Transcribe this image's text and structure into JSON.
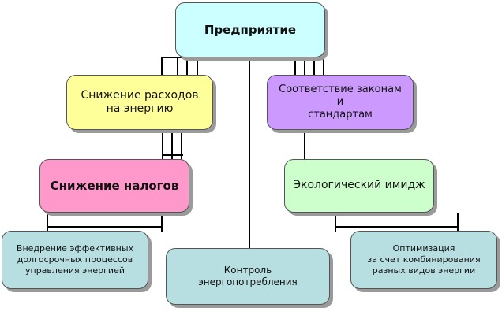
{
  "nodes": {
    "root": {
      "label": "Предприятие"
    },
    "cost": {
      "label": "Снижение расходов\nна энергию"
    },
    "law": {
      "label": "Соответствие законам\nи\nстандартам"
    },
    "tax": {
      "label": "Снижение налогов"
    },
    "eco": {
      "label": "Экологический имидж"
    },
    "impl": {
      "label": "Внедрение эффективных\nдолгосрочных процессов\nуправления энергией"
    },
    "ctrl": {
      "label": "Контроль\nэнергопотребления"
    },
    "opt": {
      "label": "Оптимизация\nза счет комбинирования\nразных видов энергии"
    }
  },
  "colors": {
    "root": "#ccffff",
    "cost": "#ffff99",
    "law": "#cc99ff",
    "tax": "#ff99cc",
    "eco": "#ccffcc",
    "leaf": "#b7dfe2",
    "line": "#000000"
  }
}
